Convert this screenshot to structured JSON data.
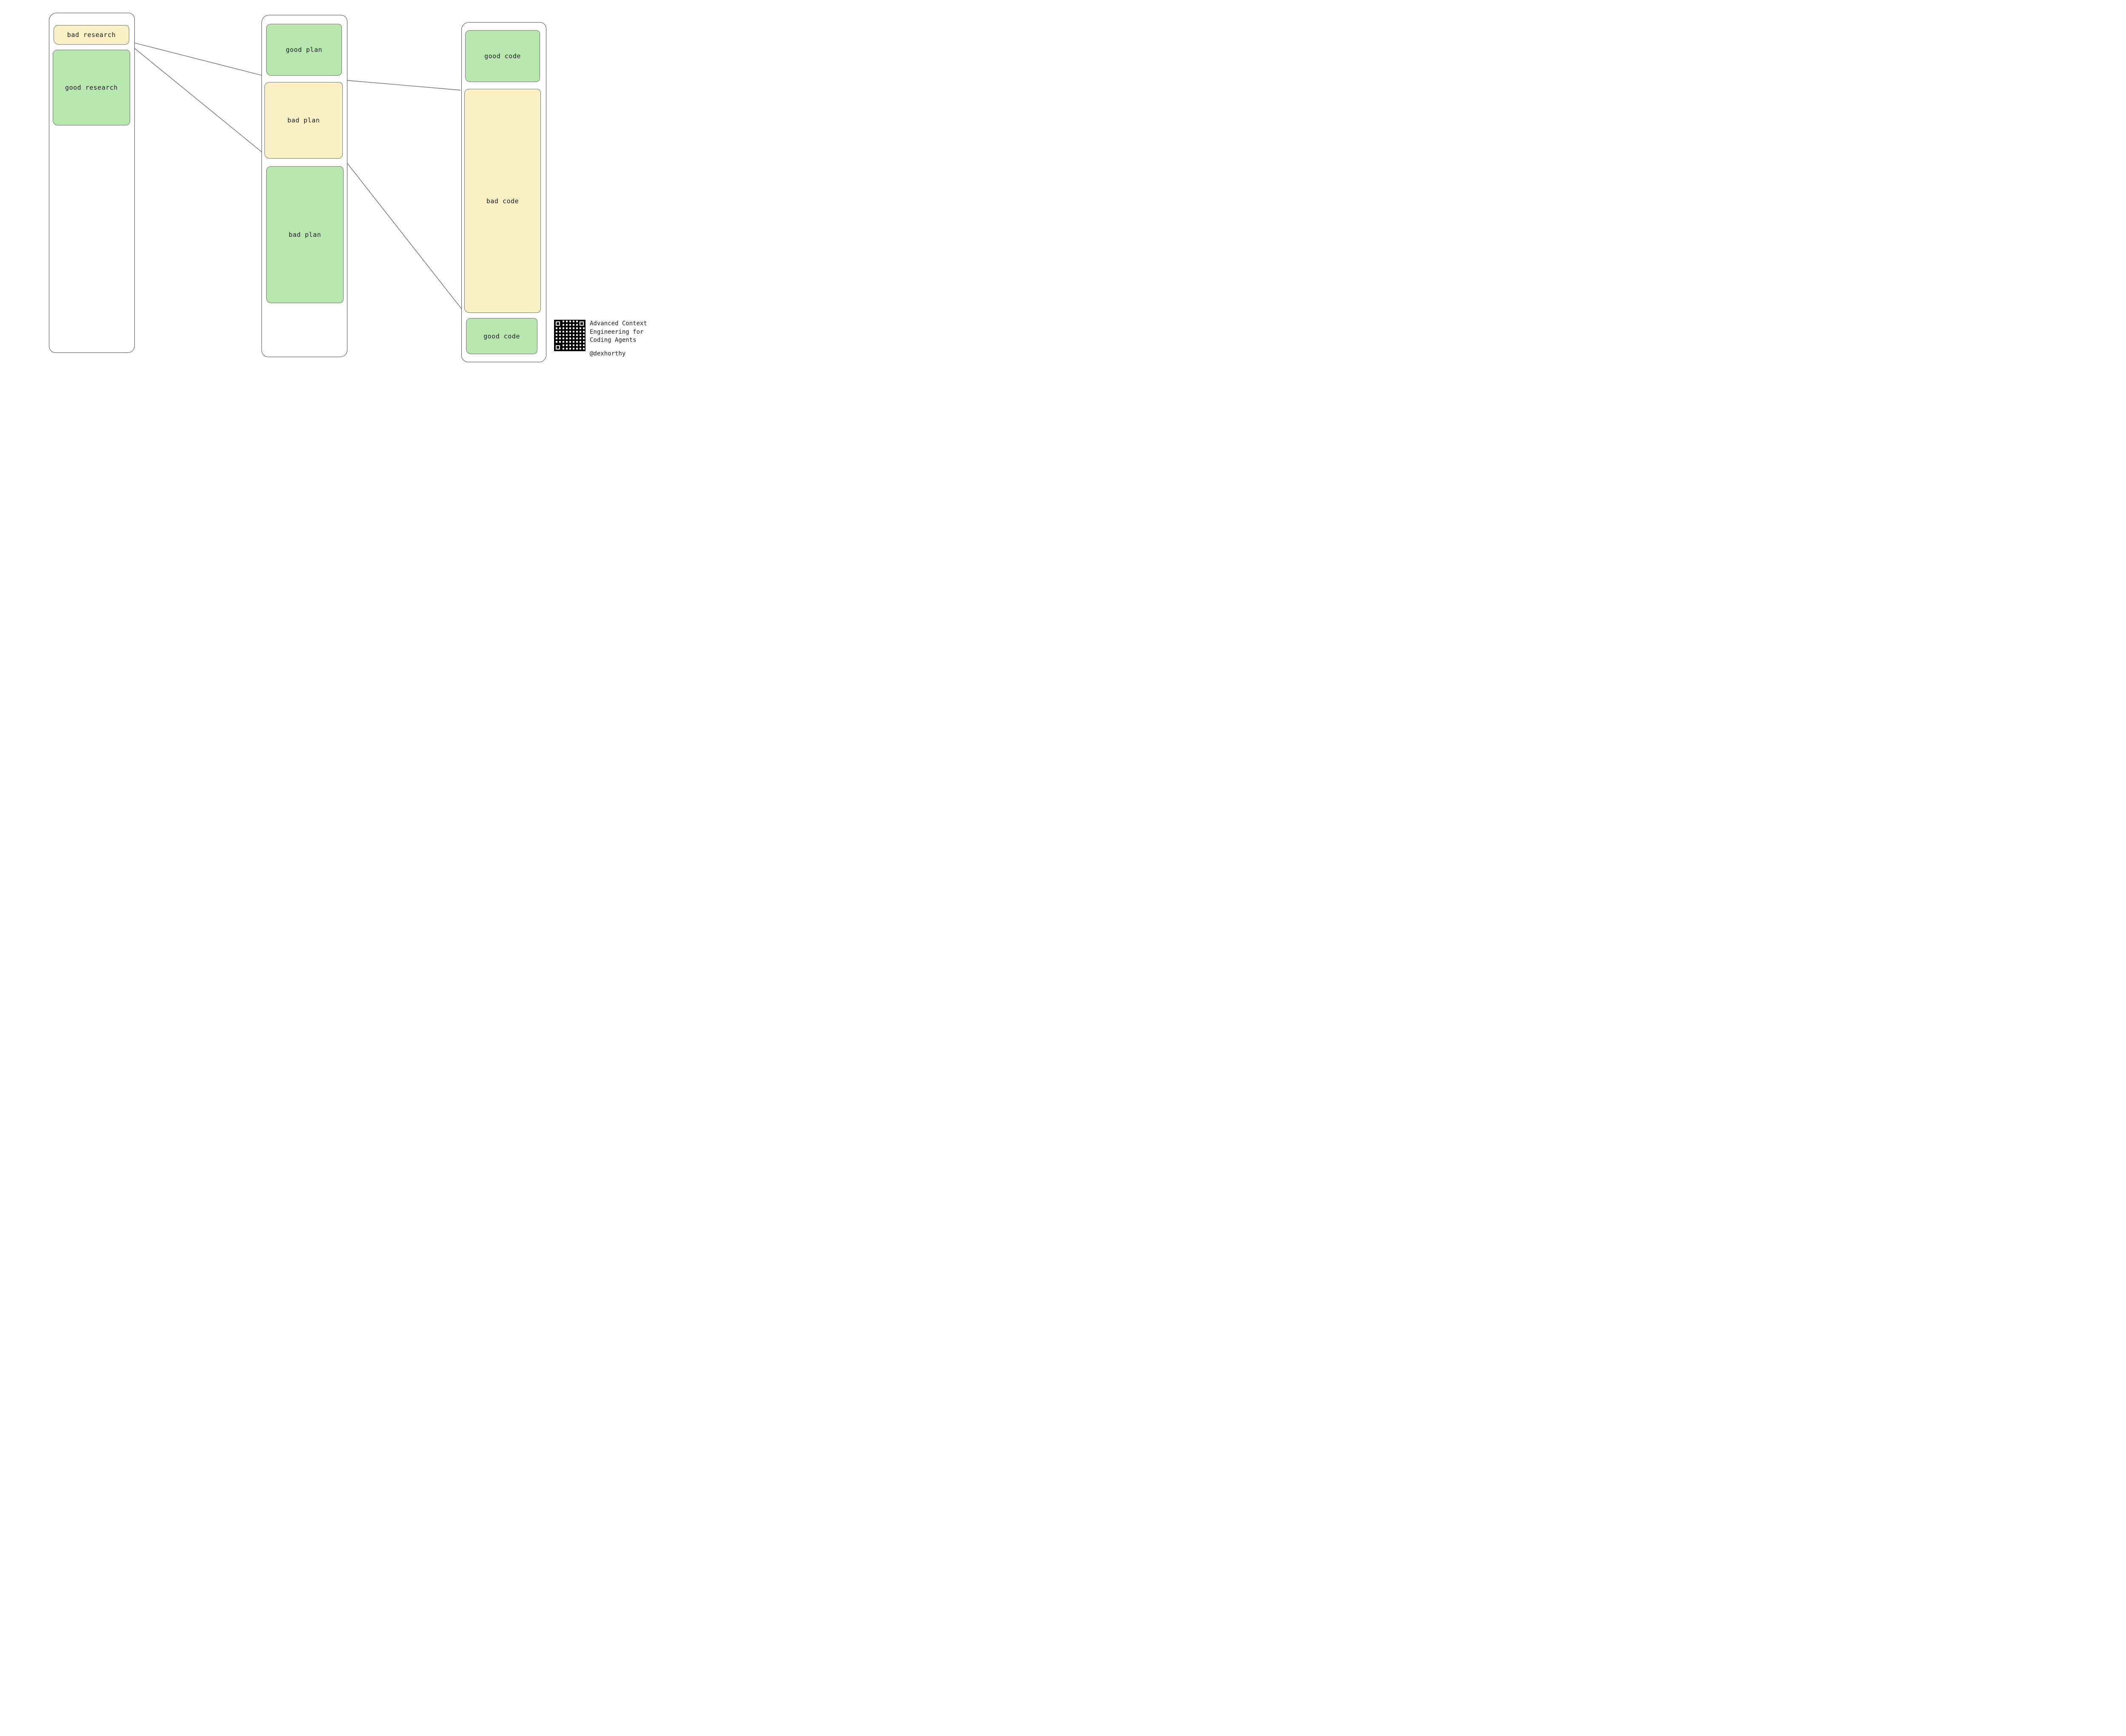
{
  "diagram": {
    "colors": {
      "good": "#b9e7b0",
      "bad": "#faf1c6",
      "stroke": "#6b6b6b"
    },
    "columns": [
      {
        "id": "research",
        "boxes": [
          {
            "label": "bad research",
            "quality": "bad"
          },
          {
            "label": "good research",
            "quality": "good"
          }
        ]
      },
      {
        "id": "plan",
        "boxes": [
          {
            "label": "good plan",
            "quality": "good"
          },
          {
            "label": "bad plan",
            "quality": "bad"
          },
          {
            "label": "bad plan",
            "quality": "good"
          }
        ]
      },
      {
        "id": "code",
        "boxes": [
          {
            "label": "good code",
            "quality": "good"
          },
          {
            "label": "bad code",
            "quality": "bad"
          },
          {
            "label": "good code",
            "quality": "good"
          }
        ]
      }
    ],
    "edges": [
      {
        "from": "bad research",
        "to": "good plan / bad plan boundary"
      },
      {
        "from": "bad research",
        "to": "bad plan (yellow) bottom"
      },
      {
        "from": "bad plan (yellow) top",
        "to": "bad code top"
      },
      {
        "from": "bad plan (yellow) bottom",
        "to": "bad code bottom"
      }
    ]
  },
  "footer": {
    "qr_label": "qr-code",
    "caption": "Advanced Context Engineering for Coding Agents",
    "handle": "@dexhorthy"
  }
}
